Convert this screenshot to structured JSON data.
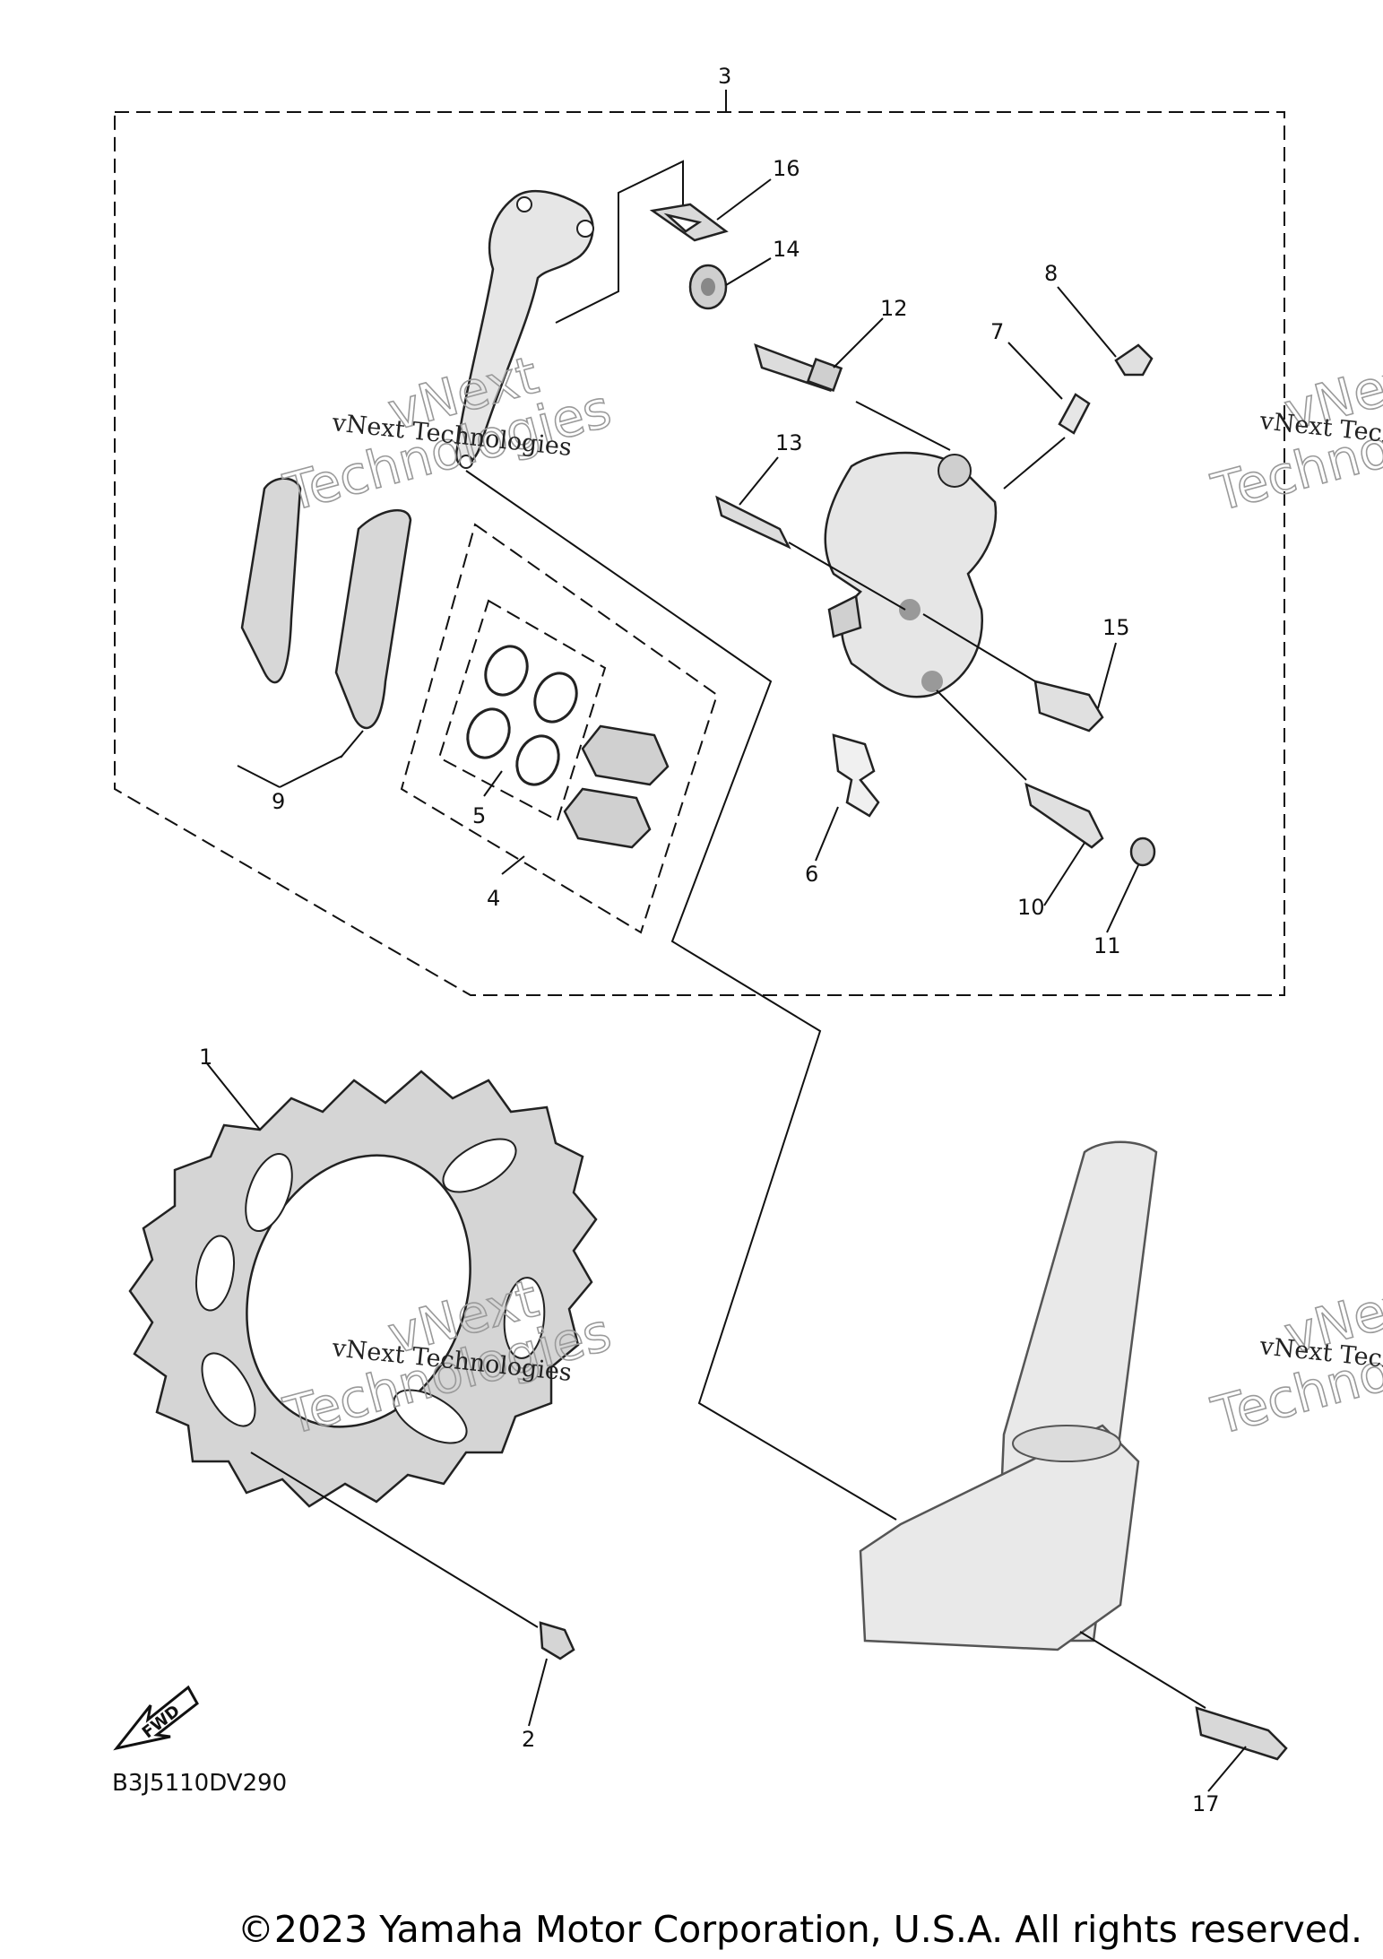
{
  "callouts": [
    "1",
    "2",
    "3",
    "4",
    "5",
    "6",
    "7",
    "8",
    "9",
    "10",
    "11",
    "12",
    "13",
    "14",
    "15",
    "16",
    "17"
  ],
  "watermark": {
    "line1": "vNext Technologies",
    "big_top": "vNext",
    "big_bottom": "Technologies"
  },
  "fwd_label": "FWD",
  "diagram_code": "B3J5110DV290",
  "copyright": "©2023 Yamaha Motor Corporation, U.S.A. All rights reserved."
}
